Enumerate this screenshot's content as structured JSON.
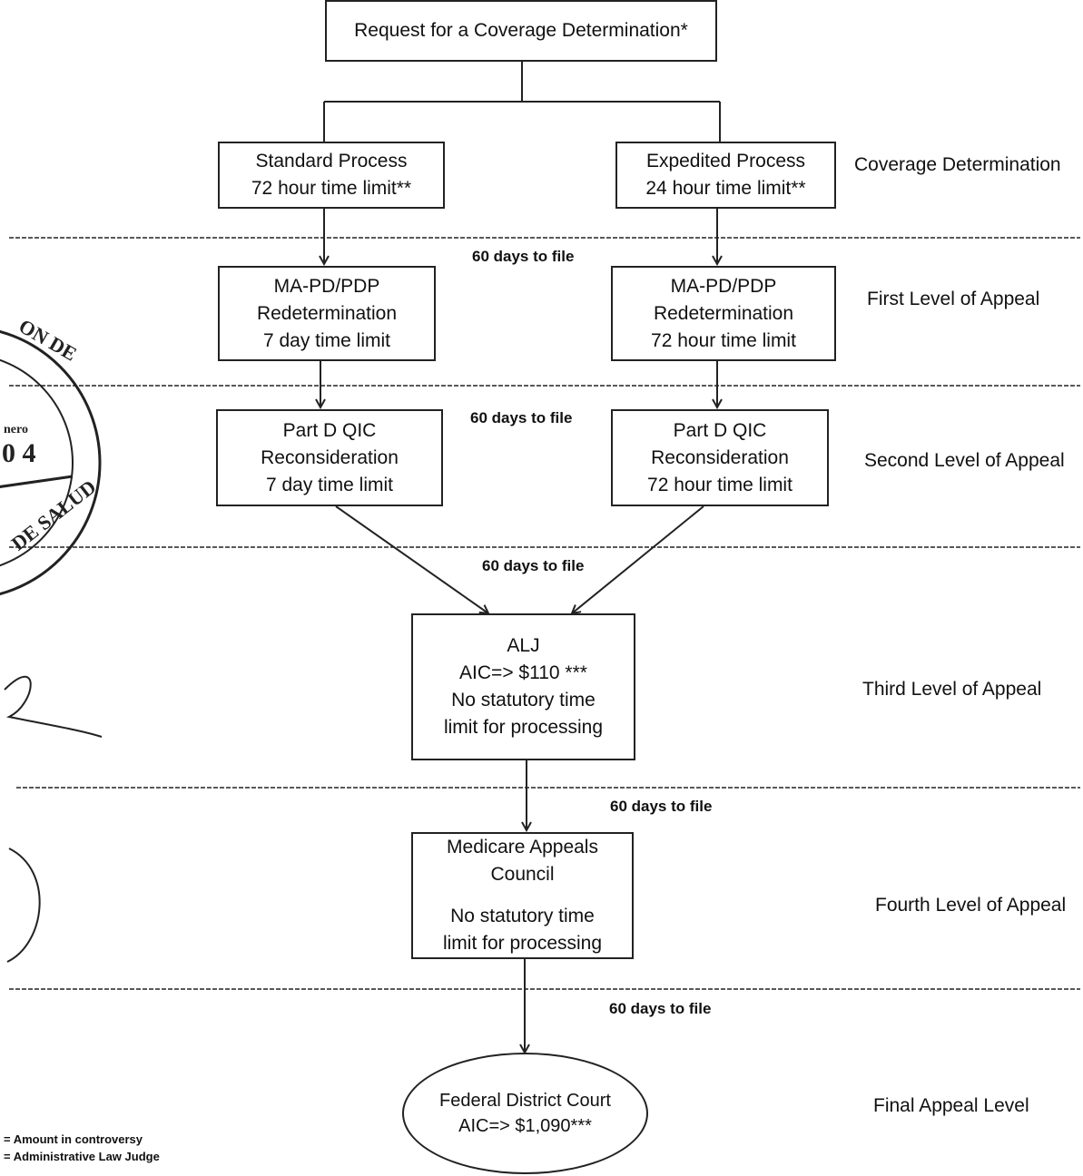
{
  "top_box": {
    "label": "Request for a Coverage Determination*"
  },
  "boxes": {
    "standard": {
      "line1": "Standard Process",
      "line2": "72 hour time limit**"
    },
    "expedited": {
      "line1": "Expedited Process",
      "line2": "24 hour time limit**"
    },
    "redet_standard": {
      "line1": "MA-PD/PDP",
      "line2": "Redetermination",
      "line3": "7 day time limit"
    },
    "redet_expedited": {
      "line1": "MA-PD/PDP",
      "line2": "Redetermination",
      "line3": "72 hour time limit"
    },
    "qic_standard": {
      "line1": "Part D QIC",
      "line2": "Reconsideration",
      "line3": "7 day time limit"
    },
    "qic_expedited": {
      "line1": "Part D QIC",
      "line2": "Reconsideration",
      "line3": "72 hour time limit"
    },
    "alj": {
      "line1": "ALJ",
      "line2": "AIC=> $110 ***",
      "line3": "No statutory time",
      "line4": "limit for processing"
    },
    "council": {
      "line1": "Medicare Appeals",
      "line2": "Council",
      "line3": "No statutory time",
      "line4": "limit for processing"
    },
    "court": {
      "line1": "Federal District Court",
      "line2": "AIC=> $1,090***"
    }
  },
  "levels": {
    "coverage": "Coverage Determination",
    "first": "First Level of Appeal",
    "second": "Second Level of Appeal",
    "third": "Third Level of Appeal",
    "fourth": "Fourth Level of Appeal",
    "final": "Final Appeal Level"
  },
  "file_labels": {
    "f1": "60 days to file",
    "f2": "60 days to file",
    "f3": "60 days to file",
    "f4": "60 days to file",
    "f5": "60 days to file"
  },
  "legend": {
    "aic": "= Amount in controversy",
    "alj": "= Administrative Law Judge"
  },
  "stamp": {
    "top": "ON DE",
    "num_label": "nero",
    "num": "0 4",
    "bottom": "DE SALUD"
  }
}
